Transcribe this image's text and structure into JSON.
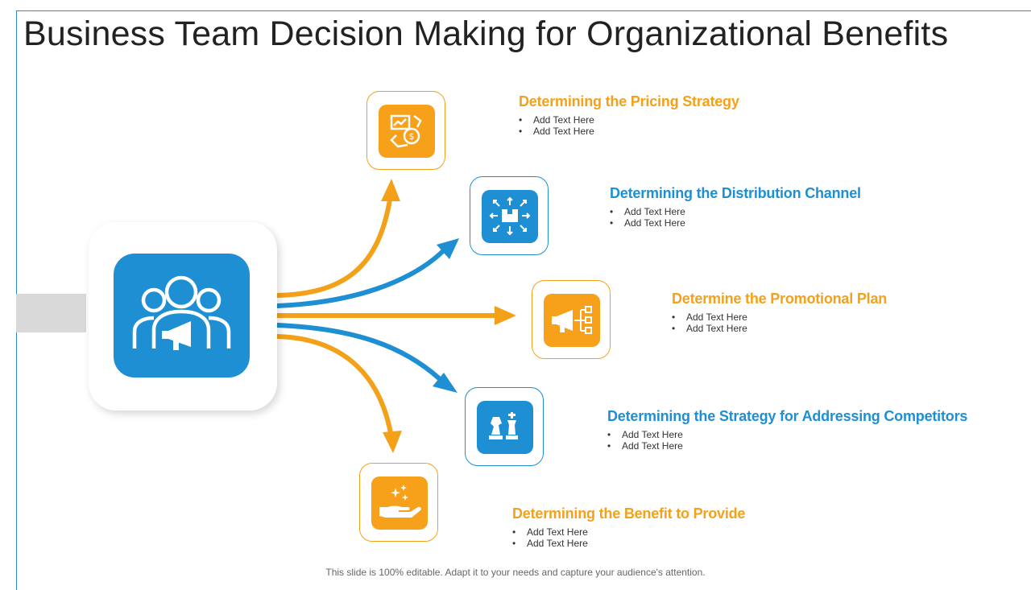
{
  "title": "Business Team Decision Making for Organizational Benefits",
  "colors": {
    "orange": "#f7a11a",
    "blue": "#1f8fd3",
    "text": "#222222"
  },
  "hub": {
    "icon": "team-megaphone-icon"
  },
  "items": [
    {
      "heading": "Determining the Pricing Strategy",
      "color": "orange",
      "icon": "pricing-chart-coin-icon",
      "bullets": [
        "Add Text Here",
        "Add Text Here"
      ]
    },
    {
      "heading": "Determining the Distribution Channel",
      "color": "blue",
      "icon": "box-distribution-icon",
      "bullets": [
        "Add Text Here",
        "Add Text Here"
      ]
    },
    {
      "heading": "Determine the Promotional Plan",
      "color": "orange",
      "icon": "megaphone-network-icon",
      "bullets": [
        "Add Text Here",
        "Add Text Here"
      ]
    },
    {
      "heading": "Determining the Strategy for Addressing Competitors",
      "color": "blue",
      "icon": "chess-pieces-icon",
      "bullets": [
        "Add Text Here",
        "Add Text Here"
      ]
    },
    {
      "heading": "Determining the Benefit to Provide",
      "color": "orange",
      "icon": "hand-sparkle-icon",
      "bullets": [
        "Add Text Here",
        "Add Text Here"
      ]
    }
  ],
  "footer": "This slide is 100% editable. Adapt it to your needs and capture your audience's attention."
}
